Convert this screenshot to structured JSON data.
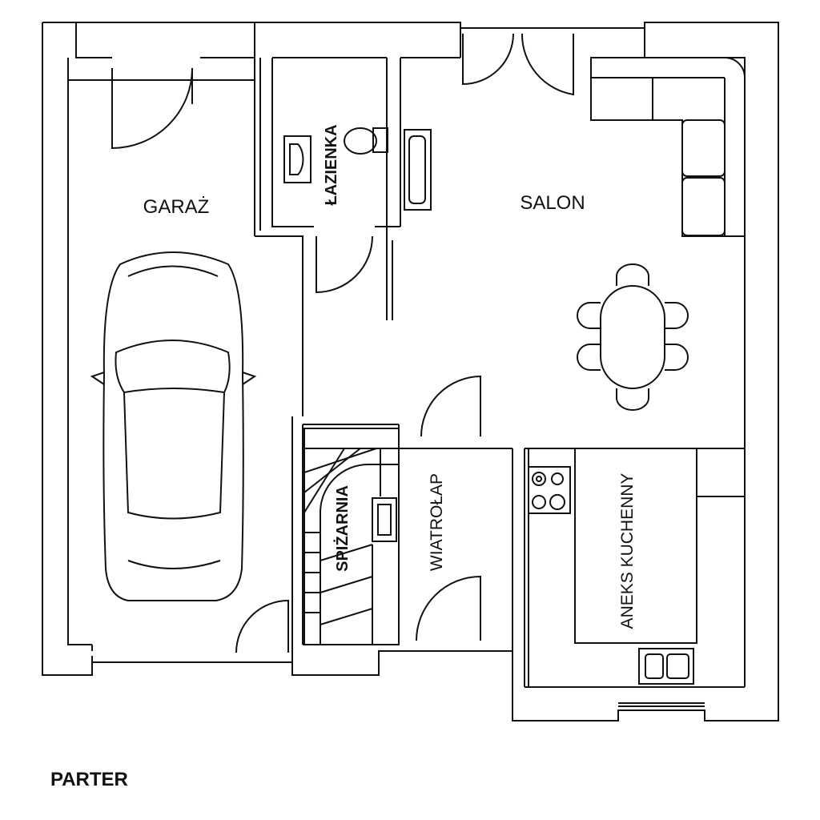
{
  "floor_title": "PARTER",
  "rooms": {
    "garage": "GARAŻ",
    "bathroom": "ŁAZIENKA",
    "living_room": "SALON",
    "pantry": "SPIŻARNIA",
    "vestibule": "WIATROŁAP",
    "kitchenette": "ANEKS KUCHENNY"
  }
}
